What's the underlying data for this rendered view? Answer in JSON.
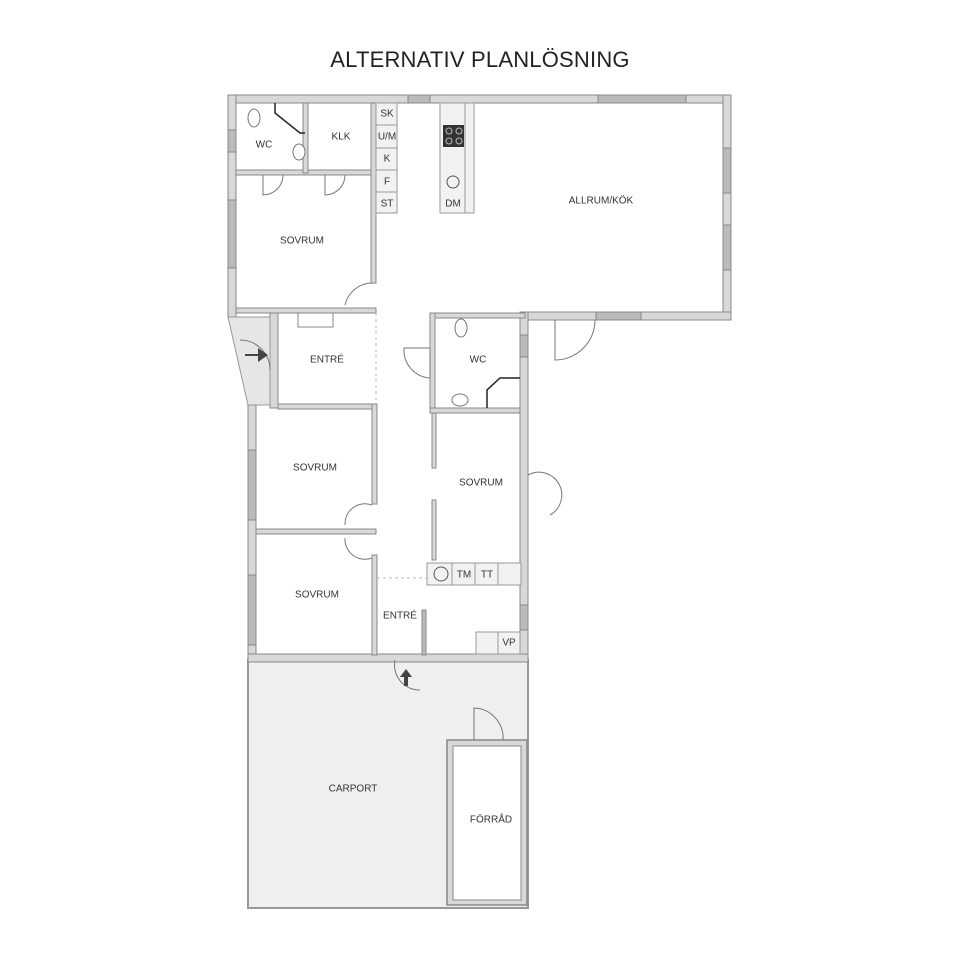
{
  "title": "ALTERNATIV PLANLÖSNING",
  "rooms": {
    "wc_top": "WC",
    "klk": "KLK",
    "sovrum_top": "SOVRUM",
    "allrum_kok": "ALLRUM/KÖK",
    "entre_left": "ENTRÉ",
    "wc_mid": "WC",
    "sovrum_left1": "SOVRUM",
    "sovrum_right": "SOVRUM",
    "sovrum_left2": "SOVRUM",
    "entre_bottom": "ENTRÉ",
    "carport": "CARPORT",
    "forrad": "FÖRRÅD"
  },
  "fixtures": {
    "sk": "SK",
    "um": "U/M",
    "k": "K",
    "f": "F",
    "st": "ST",
    "dm": "DM",
    "tm": "TM",
    "tt": "TT",
    "vp": "VP"
  },
  "colors": {
    "wall": "#9a9a9a",
    "wall_fill": "#d8d8d8",
    "carport_fill": "#f0f0f0",
    "arrow": "#444444"
  }
}
